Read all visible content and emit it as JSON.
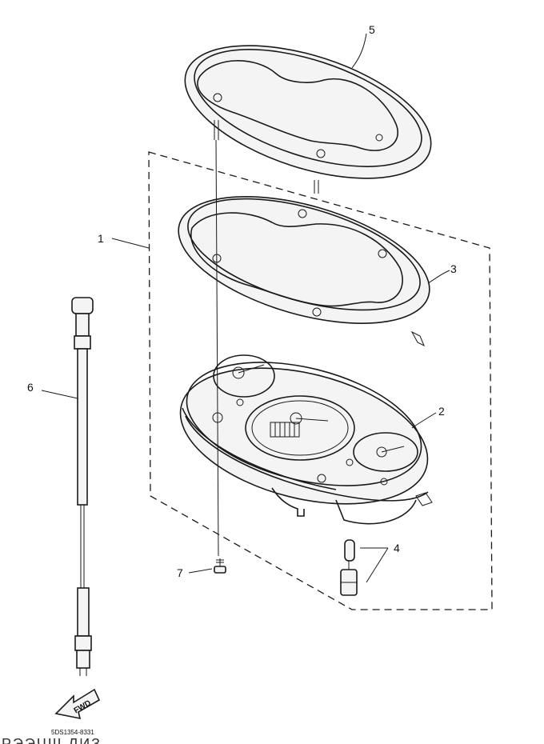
{
  "callouts": {
    "c1": "1",
    "c2": "2",
    "c3": "3",
    "c4": "4",
    "c5": "5",
    "c6": "6",
    "c7": "7"
  },
  "arrow_label": "FWD",
  "drawing_code": "5DS1354-8331",
  "bottom_text": "РЭЭЧШ ЛИЗ"
}
